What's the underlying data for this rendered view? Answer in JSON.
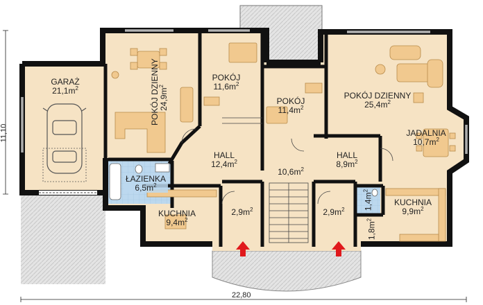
{
  "dimensions": {
    "width_total": "22,80",
    "depth_total": "11,10"
  },
  "unit_superscript": "2",
  "rooms": {
    "garage": {
      "name": "GARAŻ",
      "area": "21,1m"
    },
    "living_left": {
      "name": "POKÓJ DZIENNY",
      "area": "24,9m"
    },
    "room1": {
      "name": "POKÓJ",
      "area": "11,6m"
    },
    "room2": {
      "name": "POKÓJ",
      "area": "11,4m"
    },
    "living_right": {
      "name": "POKÓJ DZIENNY",
      "area": "25,4m"
    },
    "dining": {
      "name": "JADALNIA",
      "area": "10,7m"
    },
    "hall_left": {
      "name": "HALL",
      "area": "12,4m"
    },
    "hall_right": {
      "name": "HALL",
      "area": "8,9m"
    },
    "stair_hall": {
      "area": "10,6m"
    },
    "bathroom": {
      "name": "ŁAZIENKA",
      "area": "6,5m"
    },
    "kitchen_left": {
      "name": "KUCHNIA",
      "area": "9,4m"
    },
    "kitchen_right": {
      "name": "KUCHNIA",
      "area": "9,9m"
    },
    "vestibule_left": {
      "area": "2,9m"
    },
    "vestibule_right": {
      "area": "2,9m"
    },
    "wc_small": {
      "area": "1,4m"
    },
    "storage_small": {
      "area": "1,8m"
    }
  },
  "colors": {
    "floor": "#f6e3c4",
    "bath_tile": "#bcd8ee",
    "wall": "#111111",
    "exterior_hatch": "#d9d9d9",
    "furniture": "#f1c98f",
    "entrance_arrow": "#e0191c"
  }
}
